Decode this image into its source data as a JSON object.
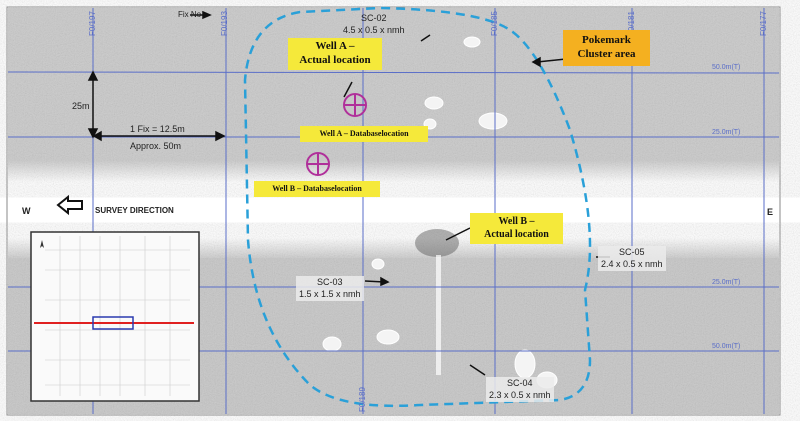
{
  "fix_marker_label": "Fix No",
  "fix_labels": [
    "F0/197",
    "F0/193",
    "F0/189",
    "F0/185",
    "F0/181",
    "F0/177"
  ],
  "range_labels": {
    "upper_far": "50.0m(T)",
    "upper_near": "25.0m(T)",
    "lower_near": "25.0m(T)",
    "lower_far": "50.0m(T)"
  },
  "scale": {
    "vertical": "25m",
    "horizontal": "1 Fix = 12.5m",
    "approx": "Approx. 50m"
  },
  "direction": {
    "west": "W",
    "east": "E",
    "survey": "SURVEY DIRECTION"
  },
  "callouts": {
    "well_a_actual": [
      "Well A –",
      "Actual location"
    ],
    "well_a_database": "Well A – Databaselocation",
    "well_b_database": "Well B – Databaselocation",
    "well_b_actual": [
      "Well B –",
      "Actual location"
    ],
    "pokemark": [
      "Pokemark",
      "Cluster area"
    ]
  },
  "contacts": [
    {
      "id": "SC-02",
      "dims": "4.5 x 0.5 x nmh"
    },
    {
      "id": "SC-03",
      "dims": "1.5 x 1.5 x nmh"
    },
    {
      "id": "SC-04",
      "dims": "2.3 x 0.5 x nmh"
    },
    {
      "id": "SC-05",
      "dims": "2.4  x 0.5 x nmh"
    }
  ],
  "colors": {
    "grid": "#5a6ec8",
    "cluster": "#2aa0d8",
    "well_marker": "#b0309a",
    "callout": "#f5e93a",
    "pokemark": "#f4b020",
    "survey_line": "#e02020"
  }
}
